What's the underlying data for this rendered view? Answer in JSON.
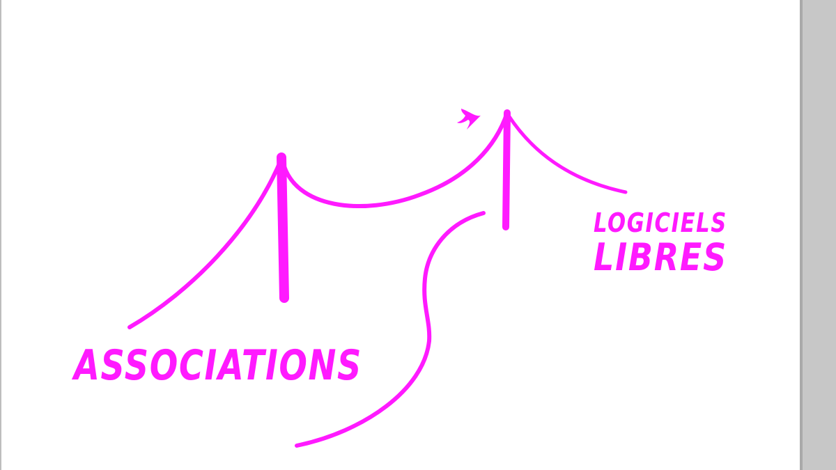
{
  "diagram": {
    "labels": {
      "left": "ASSOCIATIONS",
      "right_line1": "LOGICIELS",
      "right_line2": "LIBRES"
    },
    "icons": {
      "bridge": "suspension-bridge-icon",
      "bird": "swallow-bird-icon",
      "path": "winding-path-icon"
    },
    "colors": {
      "accent": "#ff1aff",
      "background": "#ffffff",
      "scrollbar": "#c7c7c7"
    }
  }
}
